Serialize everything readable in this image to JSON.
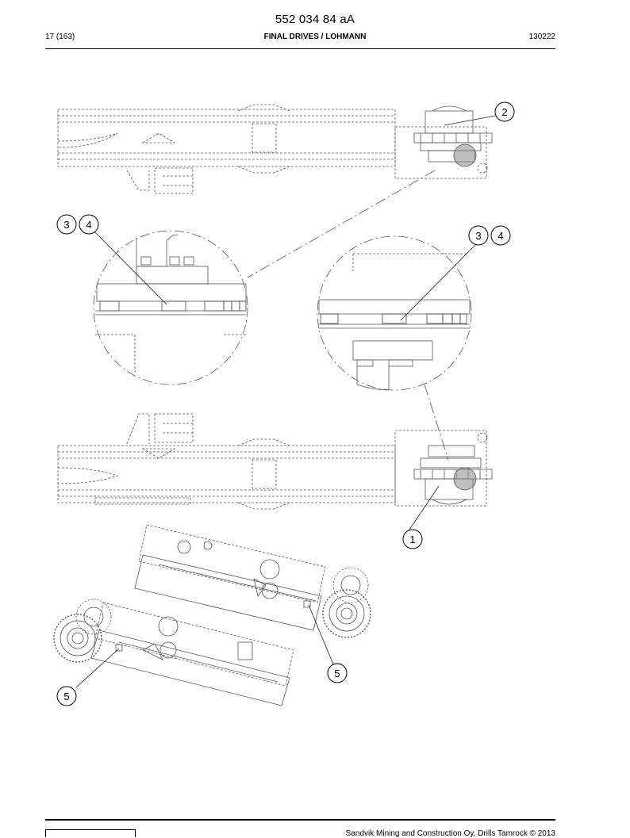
{
  "header": {
    "doc_number": "552 034 84 aA",
    "page_ref": "17 (163)",
    "section_title": "FINAL DRIVES / LOHMANN",
    "date_code": "130222"
  },
  "drawing": {
    "callouts": [
      {
        "id": "callout-2",
        "label": "2"
      },
      {
        "id": "callout-3a",
        "label": "3"
      },
      {
        "id": "callout-4a",
        "label": "4"
      },
      {
        "id": "callout-3b",
        "label": "3"
      },
      {
        "id": "callout-4b",
        "label": "4"
      },
      {
        "id": "callout-1",
        "label": "1"
      },
      {
        "id": "callout-5a",
        "label": "5"
      },
      {
        "id": "callout-5b",
        "label": "5"
      }
    ]
  },
  "footer": {
    "copyright": "Sandvik Mining and Construction Oy, Drills Tamrock © 2013"
  },
  "colors": {
    "line": "#555555",
    "highlight": "#8a8a8a"
  }
}
